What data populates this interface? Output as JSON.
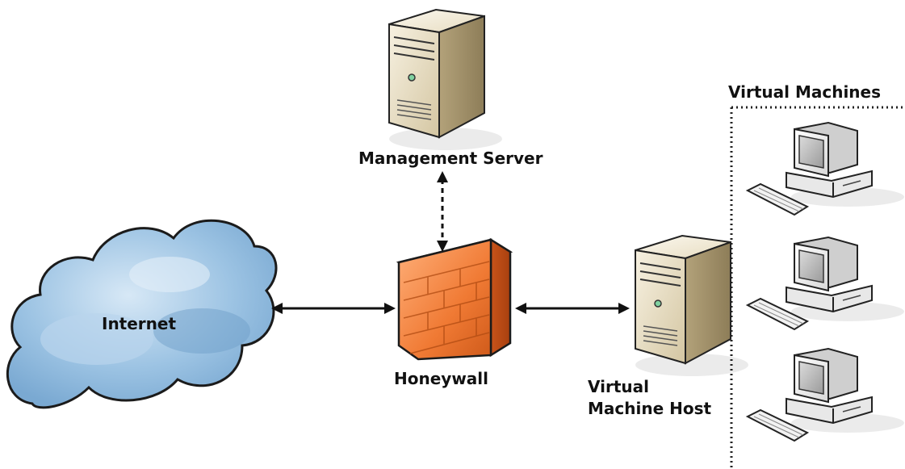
{
  "labels": {
    "management_server": "Management Server",
    "internet": "Internet",
    "honeywall": "Honeywall",
    "vm_host_line1": "Virtual",
    "vm_host_line2": "Machine Host",
    "virtual_machines": "Virtual Machines"
  },
  "icons": {
    "cloud": "internet-cloud-icon",
    "server": "server-tower-icon",
    "firewall": "brick-firewall-icon",
    "workstation": "desktop-computer-icon"
  },
  "connections": [
    {
      "from": "Internet",
      "to": "Honeywall",
      "style": "solid",
      "direction": "bidirectional"
    },
    {
      "from": "Honeywall",
      "to": "Virtual Machine Host",
      "style": "solid",
      "direction": "bidirectional"
    },
    {
      "from": "Management Server",
      "to": "Honeywall",
      "style": "dashed",
      "direction": "bidirectional"
    }
  ],
  "colors": {
    "firewall": "#f07a34",
    "cloud": "#8fb8dc",
    "server": "#e6dcc2",
    "group_border": "#222222"
  }
}
